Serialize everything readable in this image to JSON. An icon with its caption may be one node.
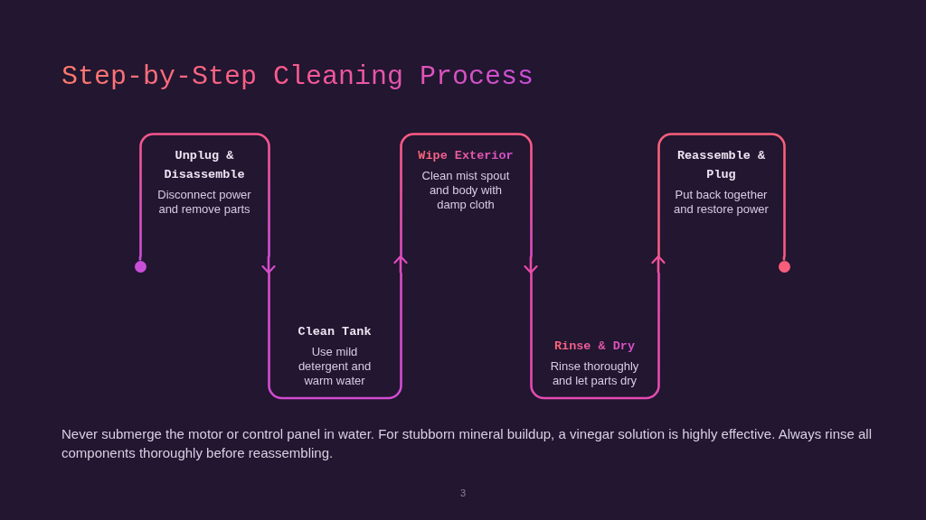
{
  "diagram": {
    "title": "Step-by-Step Cleaning Process",
    "nodes": [
      {
        "text": [],
        "shape": "circle"
      },
      {
        "text": [
          "Unplug & Disassemble",
          "Disconnect power and remove parts"
        ]
      },
      {
        "text": [
          "Clean Tank",
          "Use mild detergent and warm water"
        ]
      },
      {
        "text": [
          "Wipe Exterior",
          "Clean mist spout and body with damp cloth"
        ]
      },
      {
        "text": [
          "Rinse & Dry",
          "Rinse thoroughly and let parts dry"
        ]
      },
      {
        "text": [
          "Reassemble & Plug",
          "Put back together and restore power"
        ]
      },
      {
        "text": [],
        "shape": "circle"
      }
    ],
    "edges": [
      {
        "from": 0,
        "to": 1,
        "arrow": "none",
        "color": "#c94fd8"
      },
      {
        "from": 1,
        "to": 2,
        "arrow": "to",
        "color": "#d54cca"
      },
      {
        "from": 2,
        "to": 3,
        "arrow": "to",
        "color": "#df4cba"
      },
      {
        "from": 3,
        "to": 4,
        "arrow": "to",
        "color": "#e84ca8"
      },
      {
        "from": 4,
        "to": 5,
        "arrow": "to",
        "color": "#f0529a"
      },
      {
        "from": 5,
        "to": 6,
        "arrow": "none",
        "color": "#f65e7c"
      }
    ],
    "labels": [
      "Never submerge the motor or control panel in water. For stubborn mineral buildup, a vinegar solution is highly effective. Always rinse all components thoroughly before reassembling.",
      "3"
    ]
  }
}
